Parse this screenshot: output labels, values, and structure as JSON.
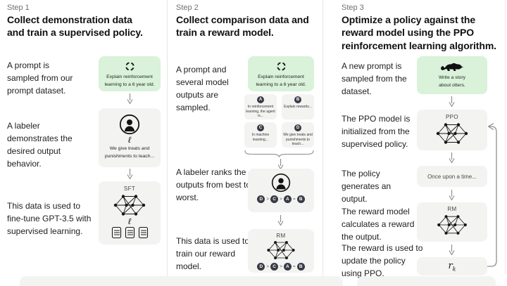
{
  "figure": {
    "colors": {
      "green_box": "#d9f2d9",
      "gray_box": "#f3f3f1",
      "chip_dark": "#383a45",
      "text": "#212121",
      "muted": "#70706e",
      "arrow": "#8f8f8f",
      "divider": "#e7e7e5"
    },
    "columns": [
      {
        "step": "Step 1",
        "heading_lines": [
          "Collect demonstration data",
          "and train a supervised policy."
        ],
        "texts": {
          "row1": "A prompt is sampled from our prompt dataset.",
          "row2": "A labeler demonstrates the desired output behavior.",
          "row3": "This data is used to fine-tune GPT-3.5 with supervised learning."
        },
        "prompt_box": {
          "icon": "cycle-icon",
          "lines": [
            "Explain reinforcement",
            "learning to a 6 year old."
          ]
        },
        "labeler_box": {
          "icons": [
            "person-icon",
            "quill-icon"
          ],
          "lines": [
            "We give treats and",
            "punishments to teach..."
          ]
        },
        "model_box": {
          "label": "SFT",
          "icons": [
            "network-icon",
            "quill-icon",
            "documents-icon"
          ]
        }
      },
      {
        "step": "Step 2",
        "heading_lines": [
          "Collect comparison data and",
          "train a reward model."
        ],
        "texts": {
          "row1": "A prompt and several model outputs are sampled.",
          "row2": "A labeler ranks the outputs from best to worst.",
          "row3": "This data is used to train our reward model."
        },
        "prompt_box": {
          "icon": "cycle-icon",
          "lines": [
            "Explain reinforcement",
            "learning to a 6 year old."
          ]
        },
        "outputs": [
          {
            "letter": "A",
            "text": "In reinforcement learning, the agent is..."
          },
          {
            "letter": "B",
            "text": "Explain rewards..."
          },
          {
            "letter": "C",
            "text": "In machine learning..."
          },
          {
            "letter": "D",
            "text": "We give treats and punishments to teach..."
          }
        ],
        "ranking": [
          "D",
          ">",
          "C",
          ">",
          "A",
          "=",
          "B"
        ],
        "labeler_box": {
          "icons": [
            "person-icon"
          ]
        },
        "model_box": {
          "label": "RM",
          "icons": [
            "network-icon"
          ]
        }
      },
      {
        "step": "Step 3",
        "heading_lines": [
          "Optimize a policy against the",
          "reward model using the PPO",
          "reinforcement learning algorithm."
        ],
        "texts": {
          "row1": "A new prompt is sampled from the dataset.",
          "row2": "The PPO model is initialized from the supervised policy.",
          "row3": "The policy generates an output.",
          "row4": "The reward model calculates a reward for the output.",
          "row5": "The reward is used to update the policy using PPO."
        },
        "prompt_box": {
          "icon": "otter-icon",
          "lines": [
            "Write a story",
            "about otters."
          ]
        },
        "ppo_box": {
          "label": "PPO",
          "icons": [
            "network-icon"
          ]
        },
        "output_box": {
          "text": "Once upon a time..."
        },
        "rm_box": {
          "label": "RM",
          "icons": [
            "network-icon"
          ]
        },
        "reward_box": {
          "symbol": "r",
          "subscript": "k"
        }
      }
    ]
  }
}
